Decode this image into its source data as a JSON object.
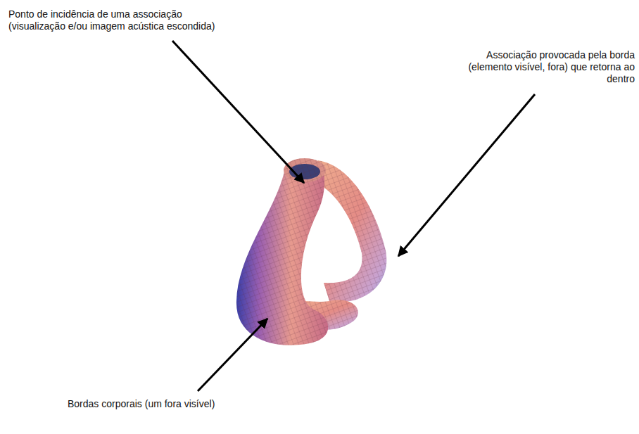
{
  "diagram": {
    "labels": [
      "Ponto de incidência de uma associação (visualização e/ou imagem acústica escondida)",
      "Associação provocada pela borda (elemento visível, fora) que retorna ao dentro",
      "Bordas corporais (um fora visível)"
    ]
  }
}
